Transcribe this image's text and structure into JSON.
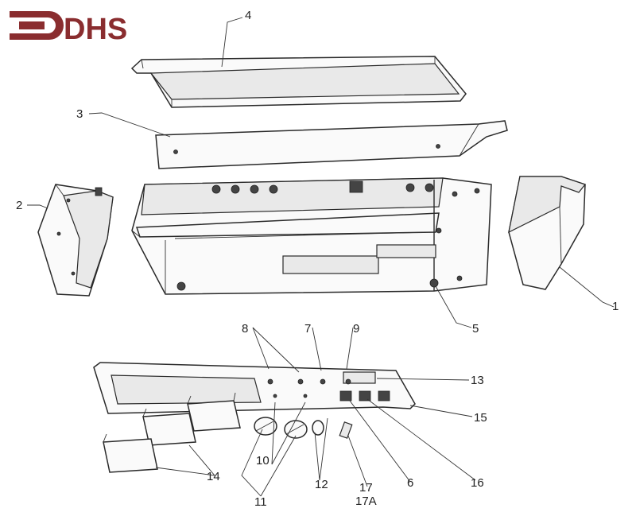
{
  "logo": {
    "text": "DHS",
    "color": "#8a2d2f"
  },
  "labels": {
    "p1": "1",
    "p2": "2",
    "p3": "3",
    "p4": "4",
    "p5": "5",
    "p6": "6",
    "p7": "7",
    "p8": "8",
    "p9": "9",
    "p10": "10",
    "p11": "11",
    "p12": "12",
    "p13": "13",
    "p14": "14",
    "p15": "15",
    "p16": "16",
    "p17": "17",
    "p17a": "17A"
  }
}
